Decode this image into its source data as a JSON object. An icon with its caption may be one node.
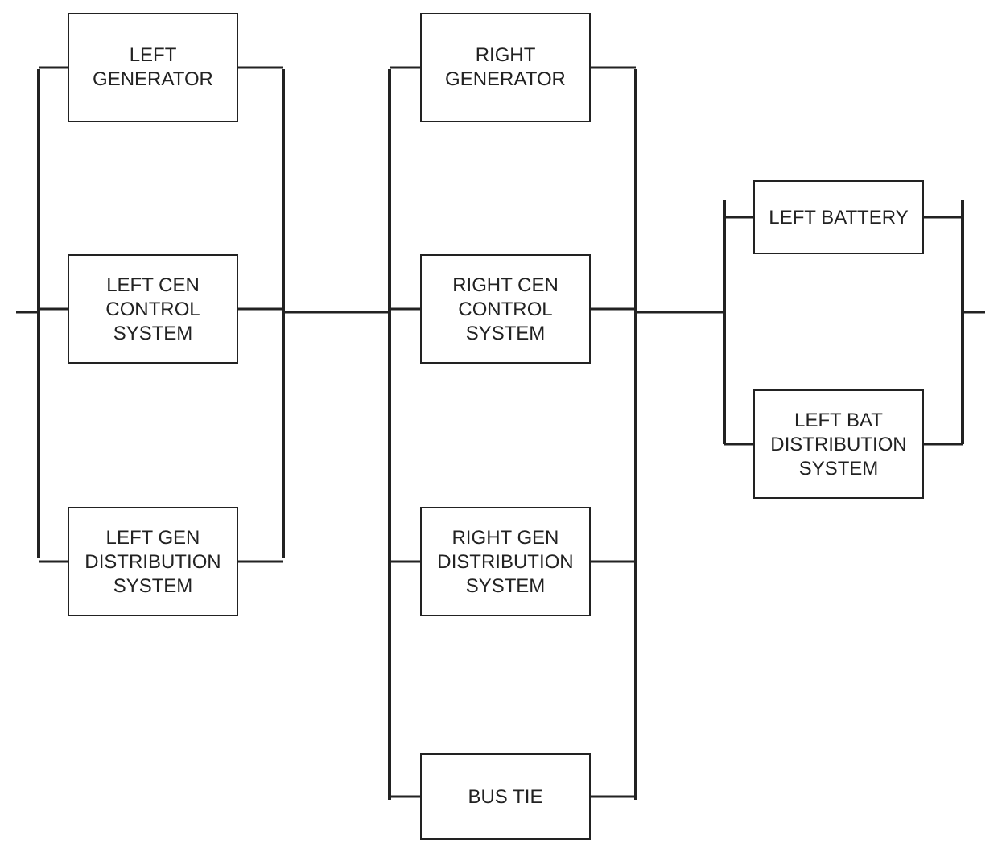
{
  "diagram": {
    "nodes": [
      {
        "text": [
          "LEFT GENERATOR"
        ]
      },
      {
        "text": [
          "LEFT CEN CONTROL SYSTEM"
        ]
      },
      {
        "text": [
          "LEFT GEN DISTRIBUTION SYSTEM"
        ]
      },
      {
        "text": [
          "RIGHT GENERATOR"
        ]
      },
      {
        "text": [
          "RIGHT CEN CONTROL SYSTEM"
        ]
      },
      {
        "text": [
          "RIGHT GEN DISTRIBUTION SYSTEM"
        ]
      },
      {
        "text": [
          "BUS TIE"
        ]
      },
      {
        "text": [
          "LEFT BATTERY"
        ]
      },
      {
        "text": [
          "LEFT BAT DISTRIBUTION SYSTEM"
        ]
      },
      {
        "text": [],
        "shape": "bar"
      },
      {
        "text": [],
        "shape": "bar"
      },
      {
        "text": [],
        "shape": "bar"
      },
      {
        "text": [],
        "shape": "bar"
      },
      {
        "text": [],
        "shape": "bar"
      },
      {
        "text": [],
        "shape": "bar"
      }
    ],
    "edges": [
      {
        "from": null,
        "to": 9,
        "arrow": "none"
      },
      {
        "from": 9,
        "to": 0,
        "arrow": "none"
      },
      {
        "from": 9,
        "to": 1,
        "arrow": "none"
      },
      {
        "from": 9,
        "to": 2,
        "arrow": "none"
      },
      {
        "from": 0,
        "to": 10,
        "arrow": "none"
      },
      {
        "from": 1,
        "to": 10,
        "arrow": "none"
      },
      {
        "from": 2,
        "to": 10,
        "arrow": "none"
      },
      {
        "from": 10,
        "to": 11,
        "arrow": "none"
      },
      {
        "from": 11,
        "to": 3,
        "arrow": "none"
      },
      {
        "from": 11,
        "to": 4,
        "arrow": "none"
      },
      {
        "from": 11,
        "to": 5,
        "arrow": "none"
      },
      {
        "from": 11,
        "to": 6,
        "arrow": "none"
      },
      {
        "from": 3,
        "to": 12,
        "arrow": "none"
      },
      {
        "from": 4,
        "to": 12,
        "arrow": "none"
      },
      {
        "from": 5,
        "to": 12,
        "arrow": "none"
      },
      {
        "from": 6,
        "to": 12,
        "arrow": "none"
      },
      {
        "from": 12,
        "to": 13,
        "arrow": "none"
      },
      {
        "from": 13,
        "to": 7,
        "arrow": "none"
      },
      {
        "from": 13,
        "to": 8,
        "arrow": "none"
      },
      {
        "from": 7,
        "to": 14,
        "arrow": "none"
      },
      {
        "from": 8,
        "to": 14,
        "arrow": "none"
      },
      {
        "from": 14,
        "to": null,
        "arrow": "none"
      }
    ]
  }
}
